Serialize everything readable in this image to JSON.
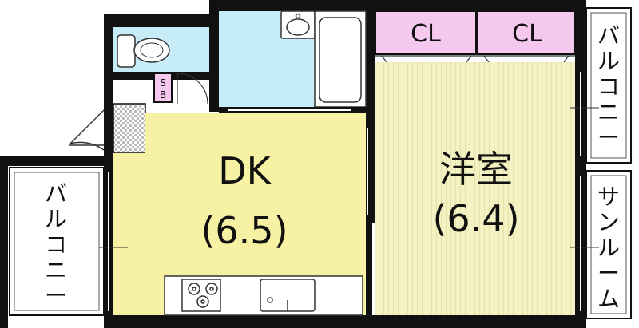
{
  "rooms": {
    "dk": {
      "name": "DK",
      "size": "(6.5)"
    },
    "western": {
      "name": "洋室",
      "size": "(6.4)"
    }
  },
  "closets": {
    "left": "CL",
    "right": "CL"
  },
  "shoe_box": {
    "line1": "S",
    "line2": "B"
  },
  "balcony_left": {
    "chars": [
      "バ",
      "ル",
      "コ",
      "ニ",
      "ー"
    ]
  },
  "balcony_right": {
    "chars": [
      "バ",
      "ル",
      "コ",
      "ニ",
      "ー"
    ]
  },
  "sunroom": {
    "chars": [
      "サ",
      "ン",
      "ル",
      "ー",
      "ム"
    ]
  },
  "colors": {
    "dk_floor": "#f7f2a3",
    "western_floor": "#f4f1c2",
    "bath": "#c6ecf7",
    "closet": "#f5c9ee",
    "wall": "#111111"
  }
}
